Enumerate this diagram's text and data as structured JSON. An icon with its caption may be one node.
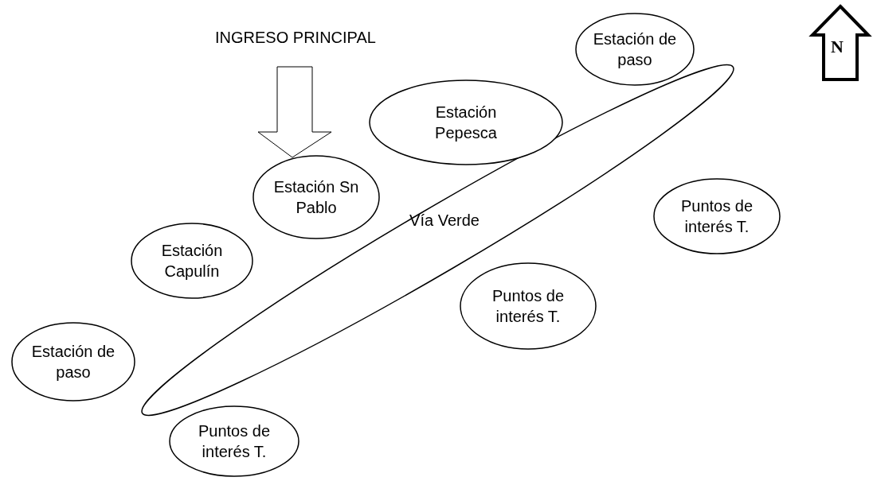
{
  "diagram": {
    "nodes": [
      {
        "text": [
          "INGRESO PRINCIPAL"
        ]
      },
      {
        "text": [
          "Estación de paso"
        ]
      },
      {
        "text": [
          "Estación Pepesca"
        ]
      },
      {
        "text": [
          "Estación Sn Pablo"
        ]
      },
      {
        "text": [
          "Puntos de interés T."
        ]
      },
      {
        "text": [
          "Vía Verde"
        ]
      },
      {
        "text": [
          "Estación Capulín"
        ]
      },
      {
        "text": [
          "Puntos de interés T."
        ]
      },
      {
        "text": [
          "Estación de paso"
        ]
      },
      {
        "text": [
          "Puntos de interés T."
        ]
      }
    ],
    "edges": [
      {
        "from": 0,
        "to": 3,
        "arrow": "to"
      }
    ],
    "labels": [
      "N"
    ]
  }
}
